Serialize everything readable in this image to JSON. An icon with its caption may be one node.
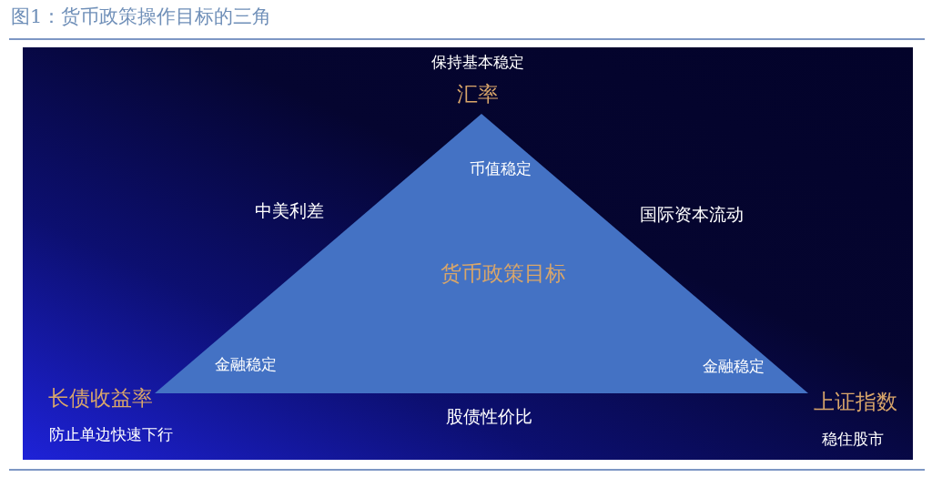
{
  "diagram": {
    "title": "图1：货币政策操作目标的三角",
    "nodes": [
      {
        "text": [
          "币值稳定",
          "货币政策目标",
          "金融稳定",
          "金融稳定"
        ]
      },
      {
        "text": [
          "汇率"
        ],
        "beside": [
          "保持基本稳定"
        ]
      },
      {
        "text": [
          "长债收益率"
        ],
        "beside": [
          "防止单边快速下行"
        ]
      },
      {
        "text": [
          "上证指数"
        ],
        "beside": [
          "稳住股市"
        ]
      }
    ],
    "labels": [
      "中美利差",
      "国际资本流动",
      "股债性价比"
    ]
  }
}
